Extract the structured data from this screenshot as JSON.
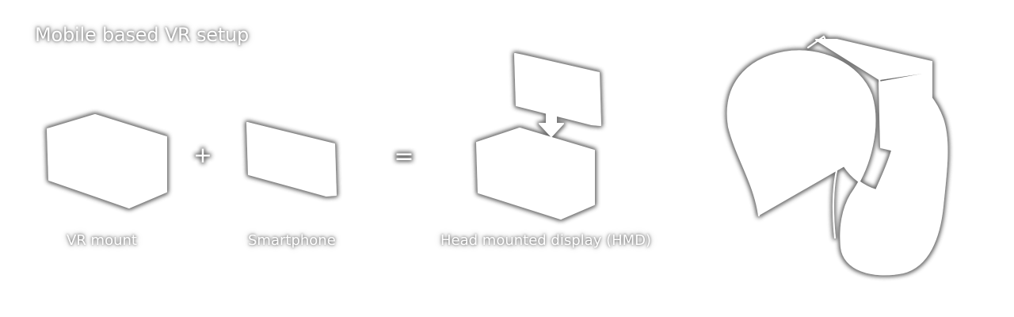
{
  "title": "Mobile based VR setup",
  "labels": {
    "vr_mount": "VR mount",
    "smartphone": "Smartphone",
    "hmd": "Head mounted display (HMD)"
  },
  "operators": {
    "plus": "+",
    "equals": "="
  },
  "colors": {
    "line": "#ffffff",
    "glow": "#7a7a7a",
    "background": "#ffffff"
  }
}
